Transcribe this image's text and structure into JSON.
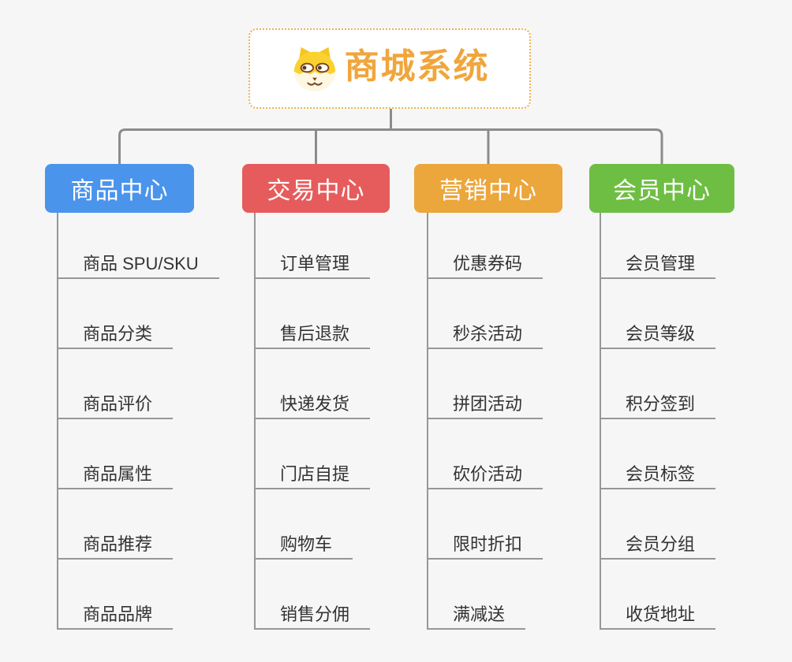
{
  "root": {
    "title": "商城系统",
    "icon": "shiba-dog-icon"
  },
  "branches": [
    {
      "label": "商品中心",
      "color": "#4B94EC",
      "children": [
        "商品 SPU/SKU",
        "商品分类",
        "商品评价",
        "商品属性",
        "商品推荐",
        "商品品牌"
      ]
    },
    {
      "label": "交易中心",
      "color": "#E65C5C",
      "children": [
        "订单管理",
        "售后退款",
        "快递发货",
        "门店自提",
        "购物车",
        "销售分佣"
      ]
    },
    {
      "label": "营销中心",
      "color": "#EBA63C",
      "children": [
        "优惠券码",
        "秒杀活动",
        "拼团活动",
        "砍价活动",
        "限时折扣",
        "满减送"
      ]
    },
    {
      "label": "会员中心",
      "color": "#6FBE44",
      "children": [
        "会员管理",
        "会员等级",
        "积分签到",
        "会员标签",
        "会员分组",
        "收货地址"
      ]
    }
  ],
  "palette": {
    "background": "#F6F6F6",
    "connector": "#8C8C8C",
    "leaf_line": "#979797",
    "leaf_text": "#333333",
    "root_border": "#F2B04C",
    "root_text": "#F0A63C",
    "branch_text": "#FFFFFF"
  }
}
